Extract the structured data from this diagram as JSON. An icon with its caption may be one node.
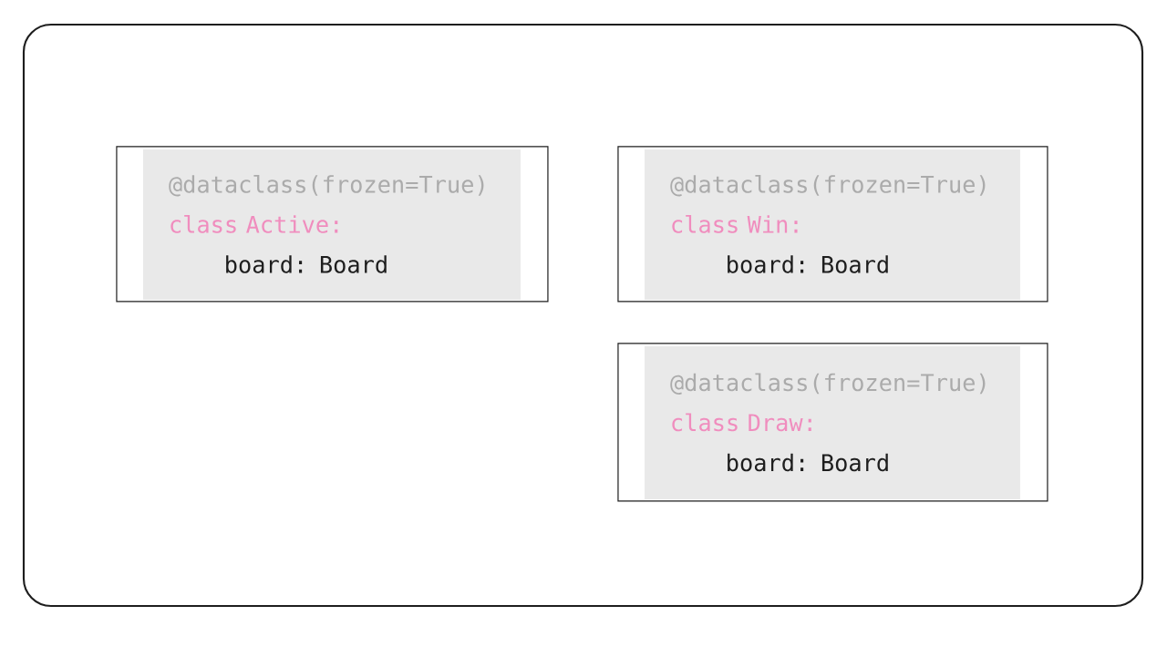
{
  "diagram": {
    "nodes": [
      {
        "text": [],
        "shape": "box"
      },
      {
        "text": [
          "@dataclass(frozen=True)",
          "class Active:",
          "board: Board"
        ],
        "in": 0
      },
      {
        "text": [
          "@dataclass(frozen=True)",
          "class Win:",
          "board: Board"
        ],
        "in": 0
      },
      {
        "text": [
          "@dataclass(frozen=True)",
          "class Draw:",
          "board: Board"
        ],
        "in": 0
      }
    ]
  }
}
